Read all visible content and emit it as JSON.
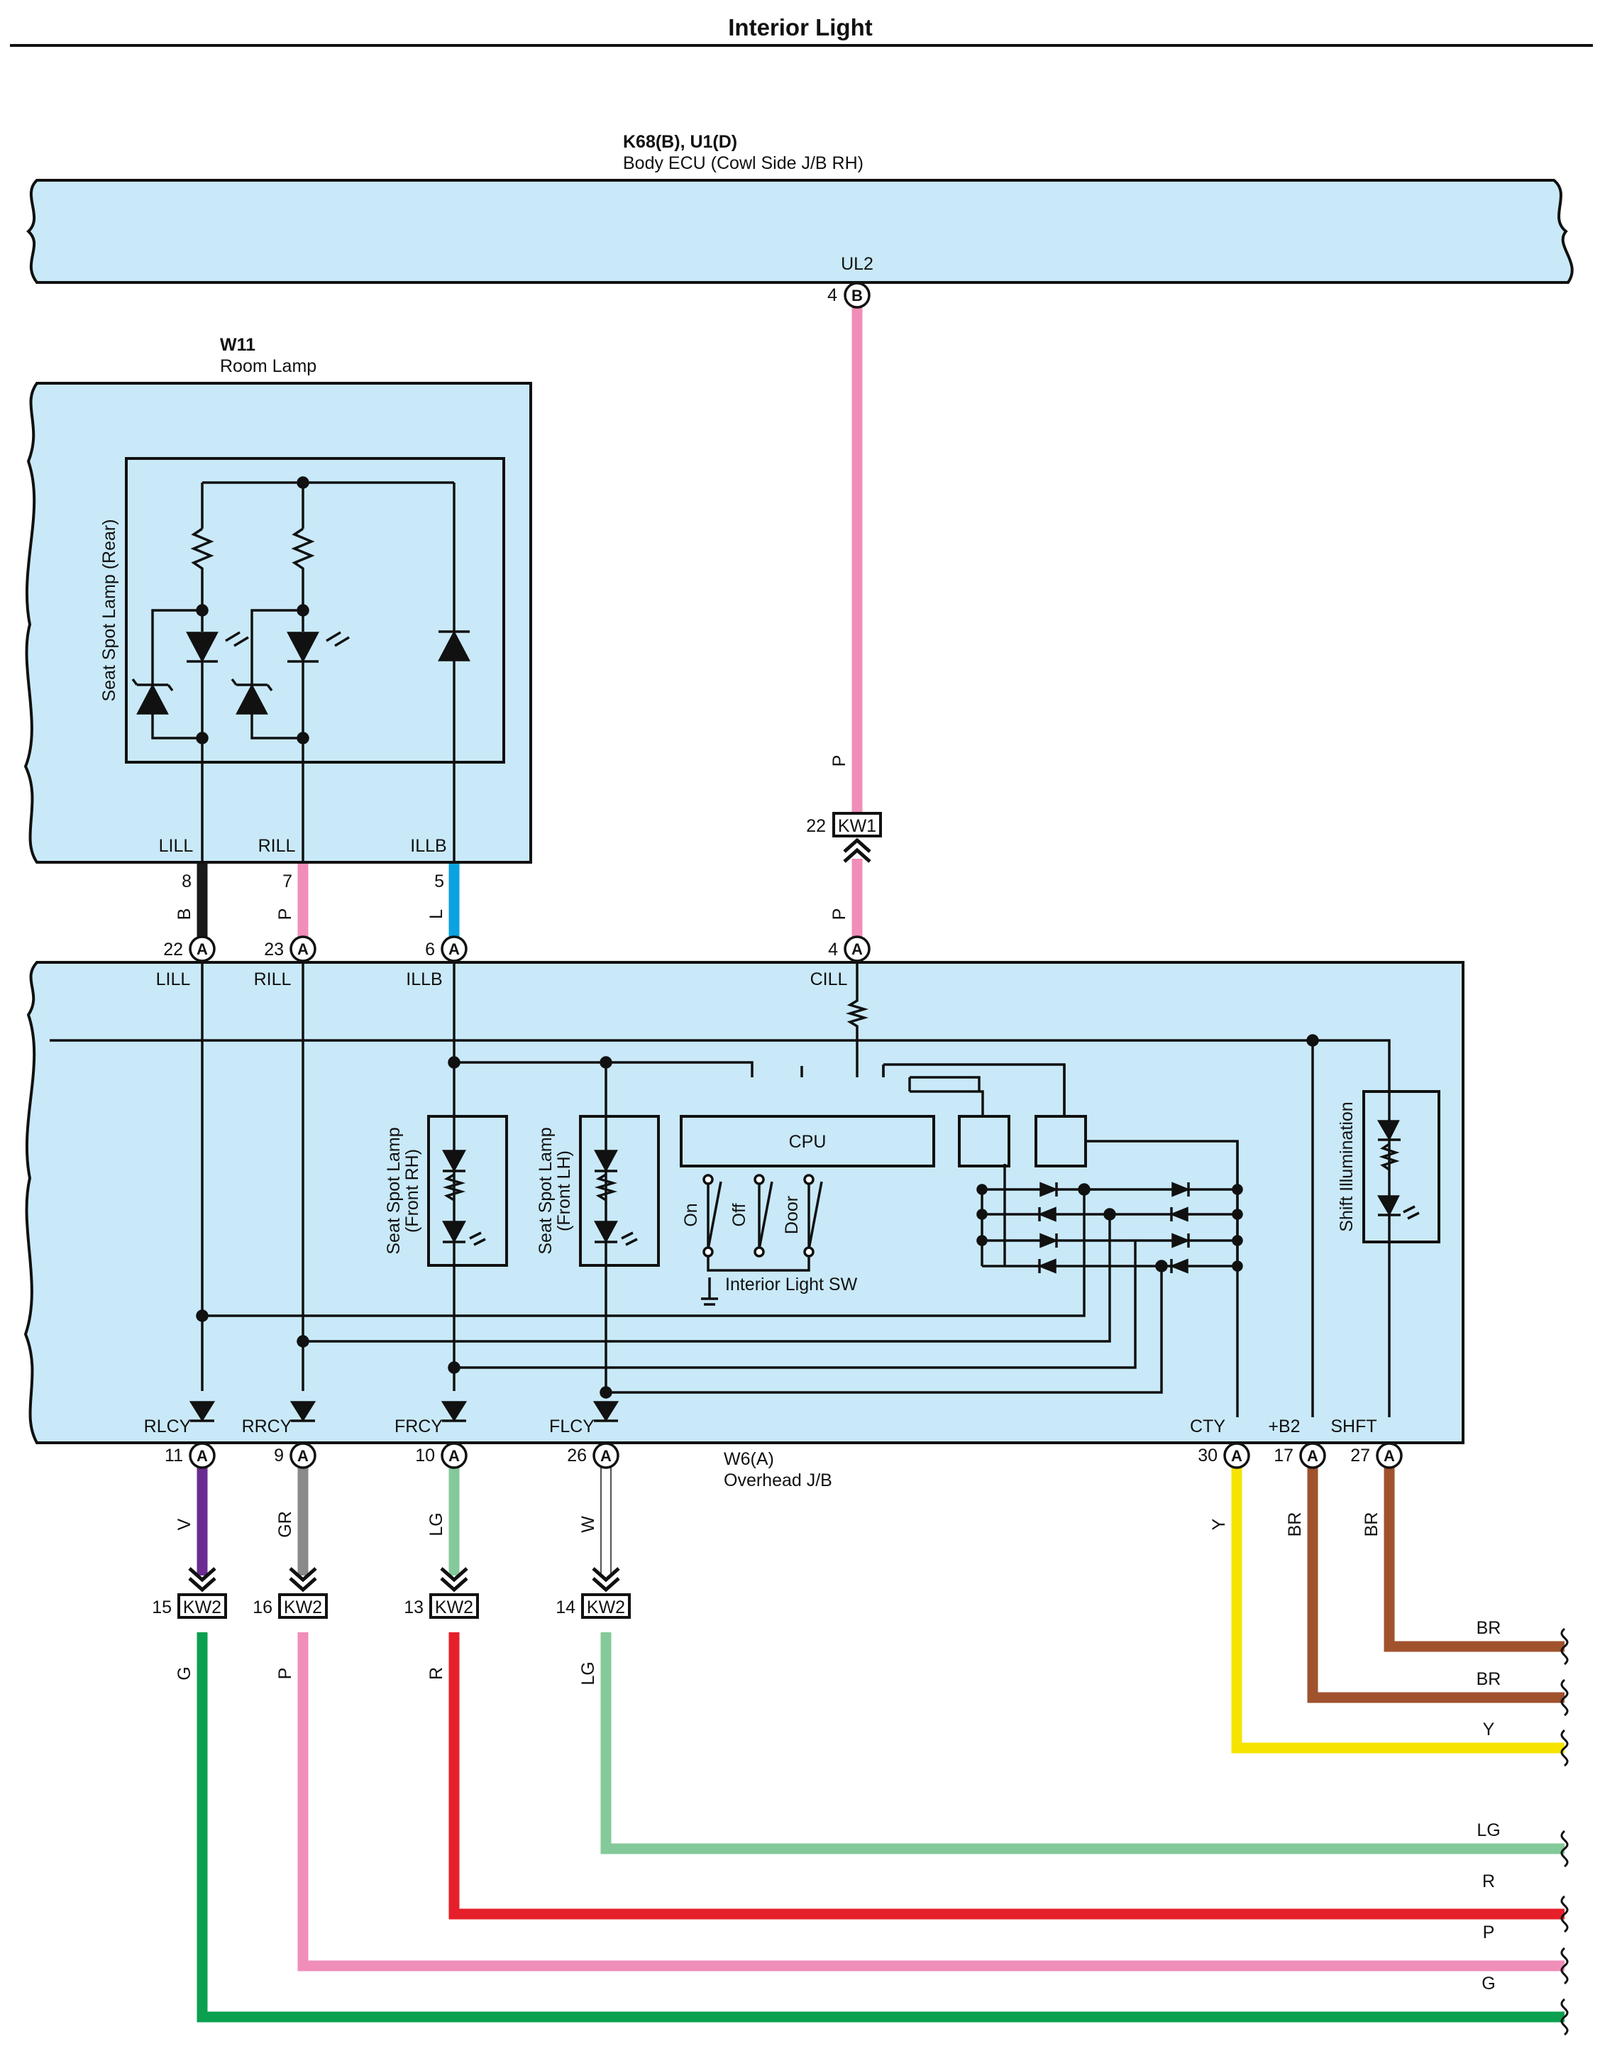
{
  "title": "Interior Light",
  "colors": {
    "box_fill": "#c9e9f8",
    "P": "#f08db8",
    "B": "#1a1a1a",
    "L": "#0aa3e0",
    "V": "#6a2c91",
    "GR": "#8a8a8a",
    "LG": "#84c99a",
    "W": "#ffffff",
    "Y": "#f6e400",
    "BR": "#a0522d",
    "G": "#0aa050",
    "R": "#e5202a"
  },
  "ecu": {
    "code": "K68(B), U1(D)",
    "name": "Body ECU (Cowl Side J/B RH)",
    "terminal": "UL2",
    "pin": "4",
    "conn": "B"
  },
  "room_lamp": {
    "code": "W11",
    "name": "Room Lamp",
    "internal_label": "Seat Spot Lamp (Rear)",
    "terminals": [
      {
        "name": "LILL",
        "pin": "8",
        "wire": "B"
      },
      {
        "name": "RILL",
        "pin": "7",
        "wire": "P"
      },
      {
        "name": "ILLB",
        "pin": "5",
        "wire": "L"
      }
    ]
  },
  "kw1": {
    "label": "KW1",
    "pin": "22",
    "wire_top": "P",
    "wire_bottom": "P"
  },
  "overhead_jb": {
    "code": "W6(A)",
    "name": "Overhead J/B",
    "top_terminals": [
      {
        "name": "LILL",
        "pin": "22",
        "conn": "A"
      },
      {
        "name": "RILL",
        "pin": "23",
        "conn": "A"
      },
      {
        "name": "ILLB",
        "pin": "6",
        "conn": "A"
      },
      {
        "name": "CILL",
        "pin": "4",
        "conn": "A"
      }
    ],
    "bottom_terminals": [
      {
        "name": "RLCY",
        "pin": "11",
        "conn": "A",
        "wire": "V"
      },
      {
        "name": "RRCY",
        "pin": "9",
        "conn": "A",
        "wire": "GR"
      },
      {
        "name": "FRCY",
        "pin": "10",
        "conn": "A",
        "wire": "LG"
      },
      {
        "name": "FLCY",
        "pin": "26",
        "conn": "A",
        "wire": "W"
      },
      {
        "name": "CTY",
        "pin": "30",
        "conn": "A",
        "wire": "Y"
      },
      {
        "name": "+B2",
        "pin": "17",
        "conn": "A",
        "wire": "BR"
      },
      {
        "name": "SHFT",
        "pin": "27",
        "conn": "A",
        "wire": "BR"
      }
    ],
    "front_rh_label": [
      "Seat Spot Lamp",
      "(Front RH)"
    ],
    "front_lh_label": [
      "Seat Spot Lamp",
      "(Front LH)"
    ],
    "cpu_label": "CPU",
    "switch_labels": [
      "On",
      "Off",
      "Door"
    ],
    "switch_name": "Interior Light SW",
    "shift_label": "Shift Illumination"
  },
  "kw2": [
    {
      "label": "KW2",
      "pin": "15",
      "wire_out": "G"
    },
    {
      "label": "KW2",
      "pin": "16",
      "wire_out": "P"
    },
    {
      "label": "KW2",
      "pin": "13",
      "wire_out": "R"
    },
    {
      "label": "KW2",
      "pin": "14",
      "wire_out": "LG"
    }
  ],
  "right_wires": [
    "BR",
    "BR",
    "Y",
    "LG",
    "R",
    "P",
    "G"
  ]
}
